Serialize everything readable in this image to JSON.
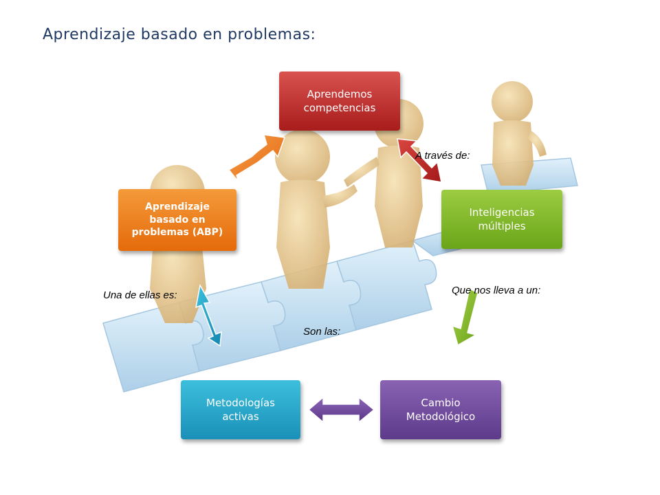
{
  "title": "Aprendizaje basado en problemas:",
  "nodes": {
    "competencias": "Aprendemos competencias",
    "abp": "Aprendizaje basado en problemas (ABP)",
    "inteligencias": "Inteligencias múltiples",
    "cambio": "Cambio Metodológico",
    "metodologias": "Metodologías activas"
  },
  "labels": {
    "a_traves": "A través de:",
    "que_nos_lleva": "Que nos lleva a un:",
    "son_las": "Son las:",
    "una_de_ellas": "Una de ellas es:"
  },
  "colors": {
    "red": "#c0302b",
    "orange": "#ee7a1c",
    "green": "#7ab52a",
    "purple": "#6f4a9c",
    "blue": "#2aa6c9"
  }
}
